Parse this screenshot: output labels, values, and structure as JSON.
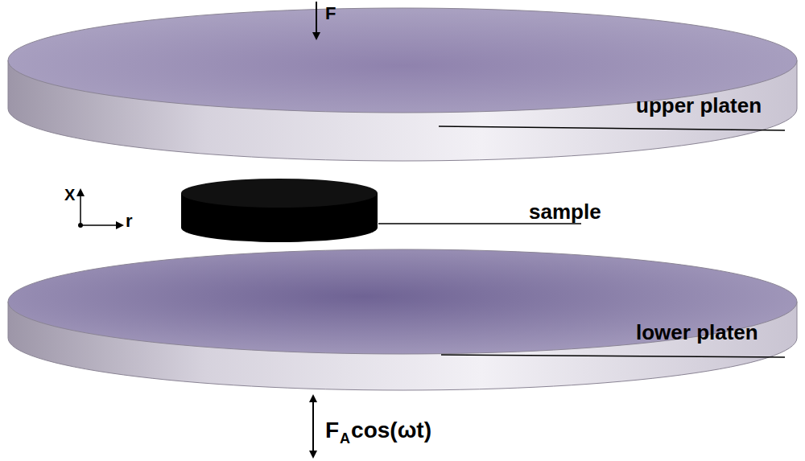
{
  "diagram": {
    "labels": [
      "F",
      "upper platen",
      "sample",
      "lower platen",
      "X",
      "r",
      "F",
      "A",
      "cos(ωt)"
    ]
  }
}
